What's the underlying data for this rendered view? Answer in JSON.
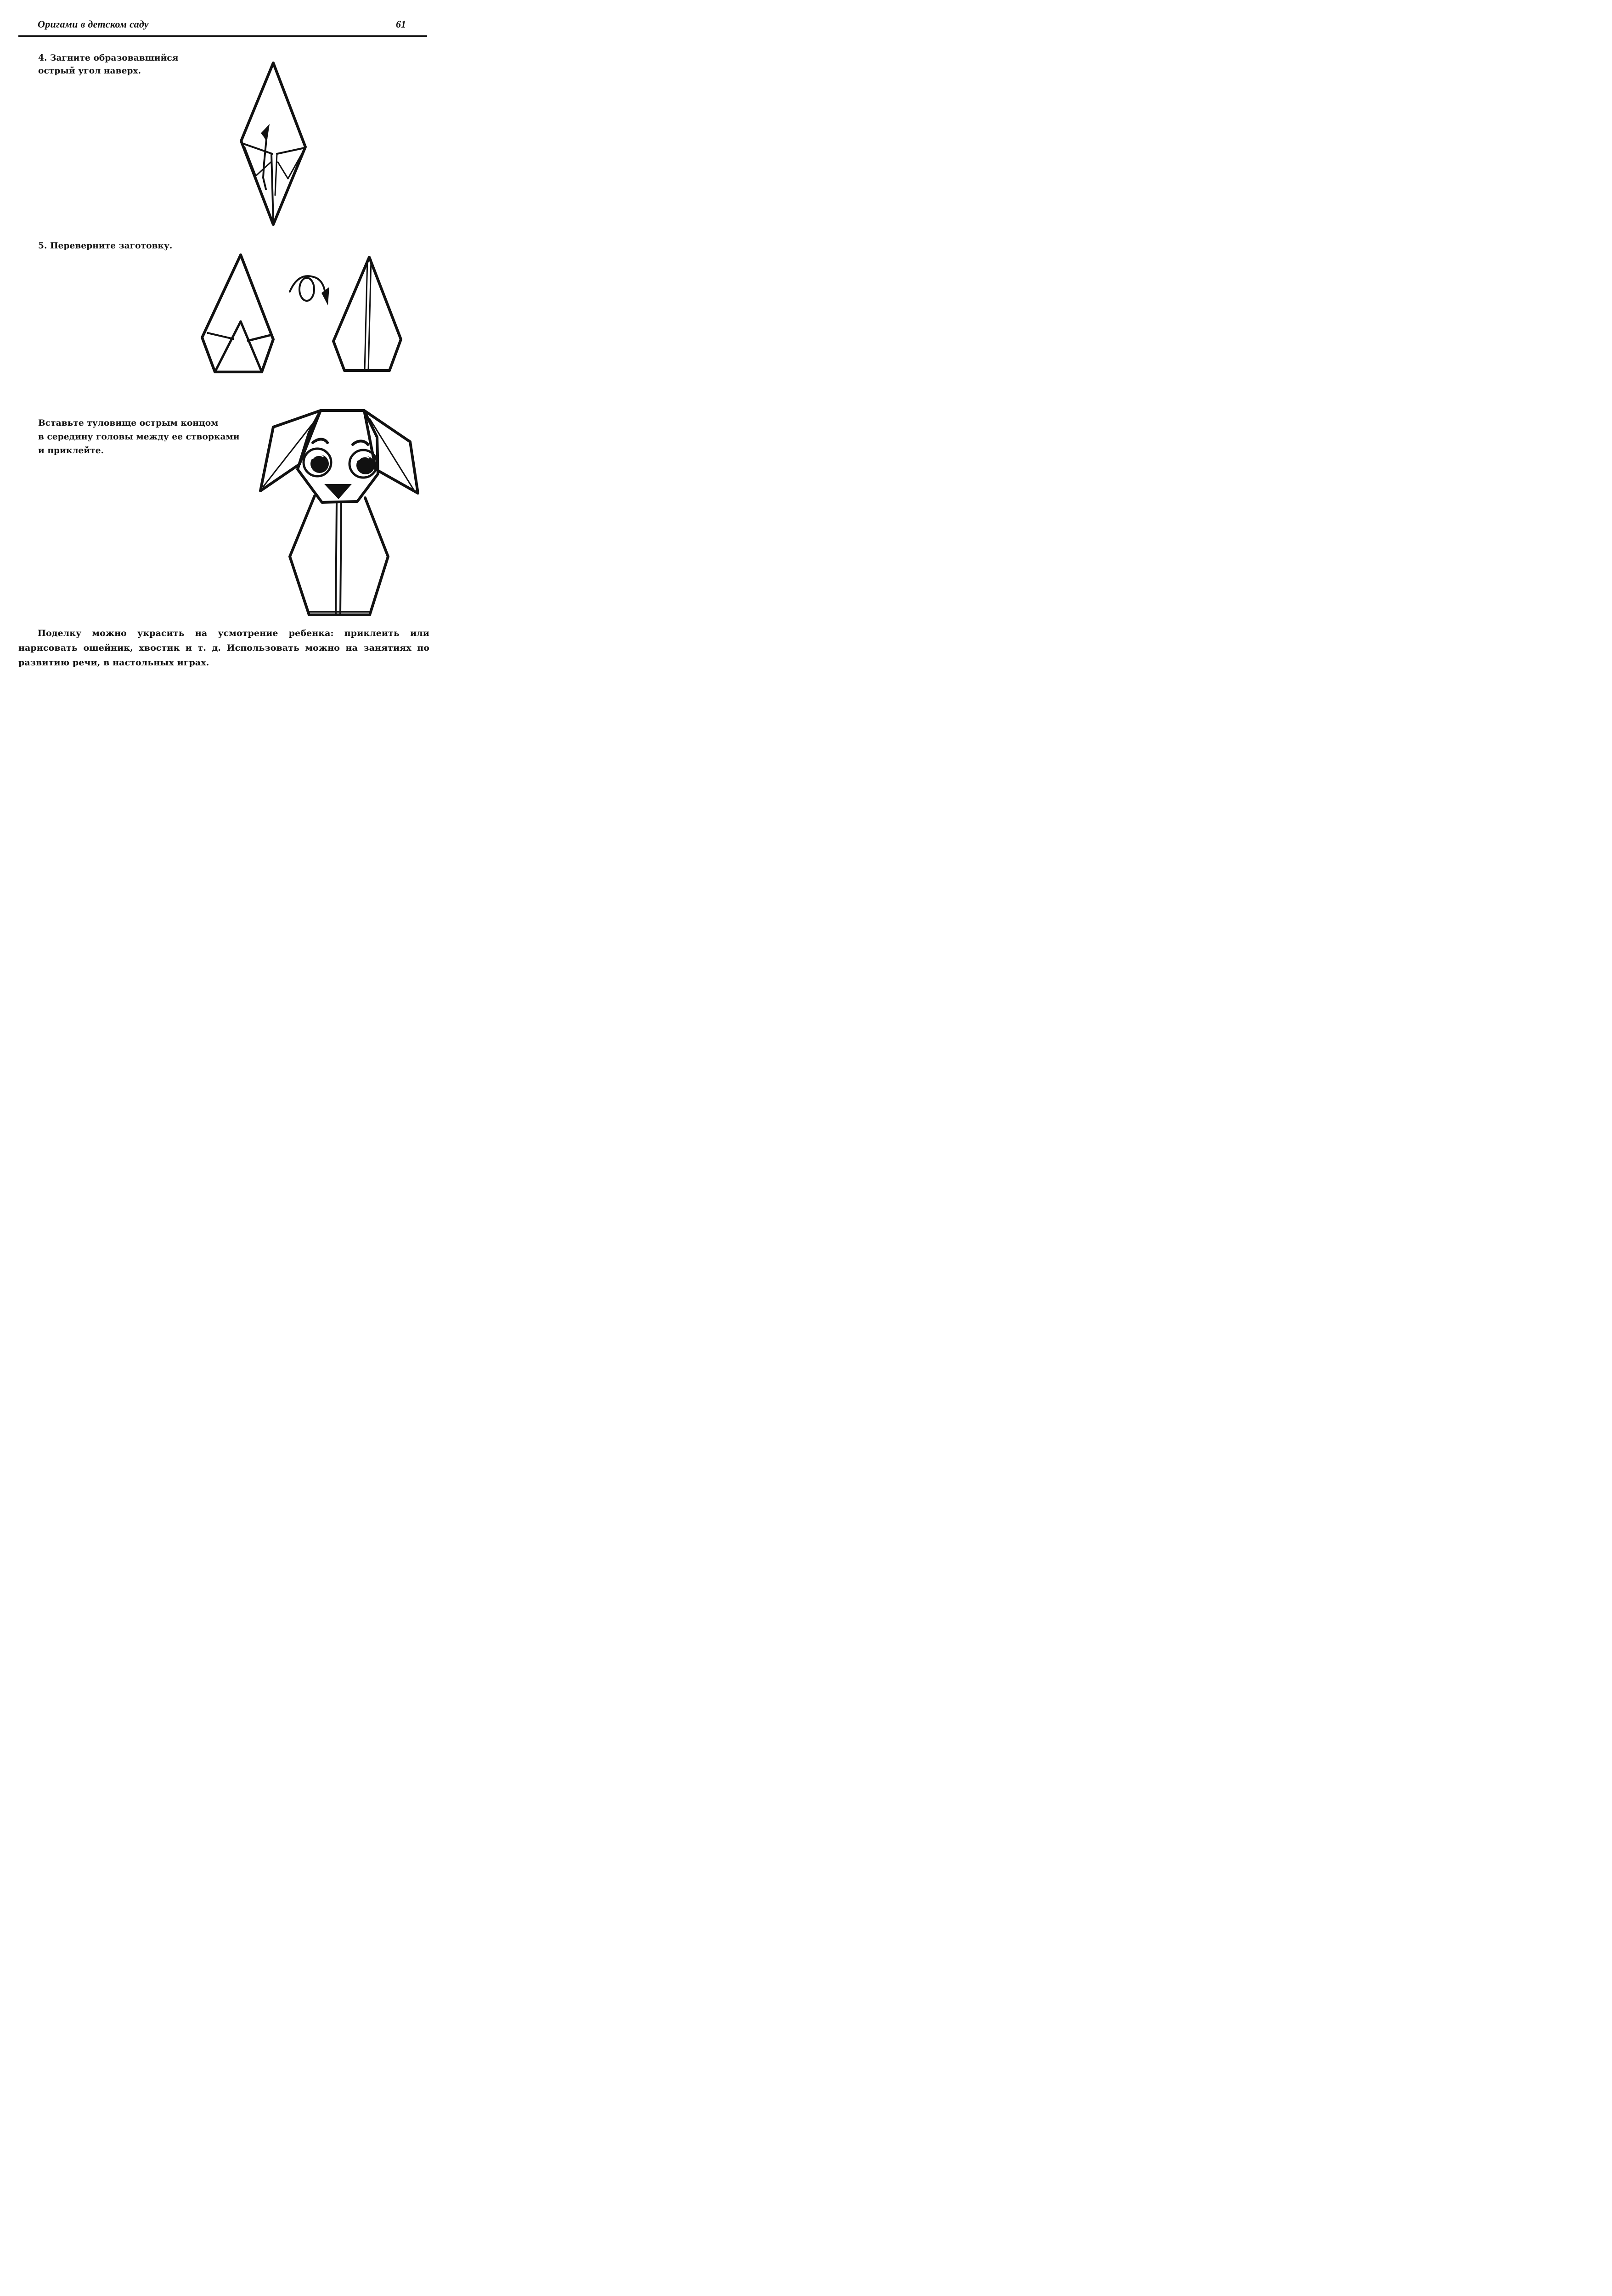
{
  "header": {
    "title": "Оригами в детском саду",
    "page_number": "61"
  },
  "steps": [
    {
      "number": "4.",
      "lines": [
        "4. Загните образовавшийся",
        "острый угол наверх."
      ],
      "figure": "diamond-with-fold-arrow-up"
    },
    {
      "number": "5.",
      "lines": [
        "5. Переверните заготовку."
      ],
      "figure": "flip-over-workpiece"
    }
  ],
  "assembly": {
    "lines": [
      "Вставьте туловище острым концом",
      "в середину головы между ее створками",
      "и приклейте."
    ],
    "figure": "finished-origami-dog"
  },
  "final_paragraph": {
    "text": "Поделку можно украсить на усмотрение ребенка: приклеить или нарисовать ошейник, хвостик и т. д. Использовать можно на занятиях по развитию речи, в настольных играх."
  },
  "icons": {
    "fold_arrow": "arrow-up-icon",
    "flip_arrow": "flip-over-arrow-icon"
  },
  "colors": {
    "ink": "#111111",
    "paper": "#ffffff"
  }
}
